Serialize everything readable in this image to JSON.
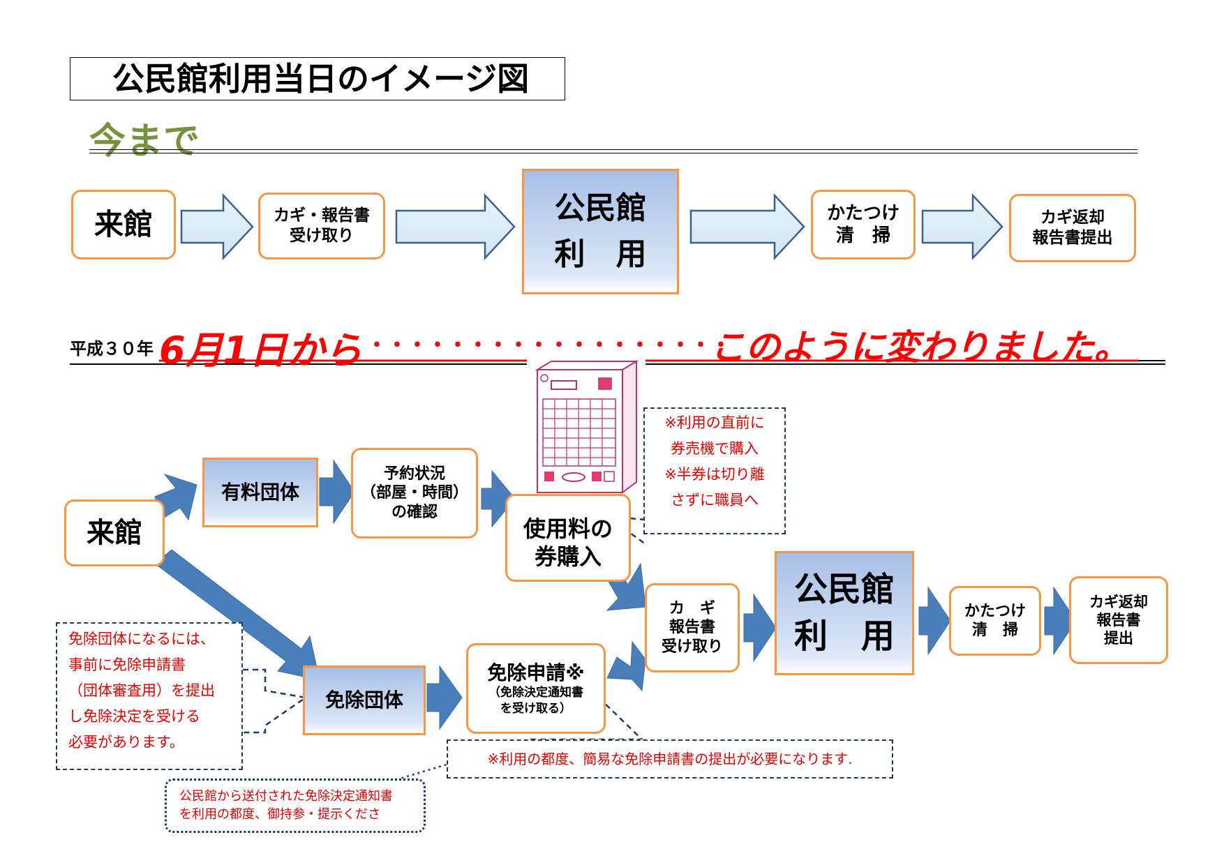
{
  "title": "公民館利用当日のイメージ図",
  "before": {
    "heading": "今まで",
    "steps": [
      "来館",
      "カギ・報告書\n受け取り",
      "公民館\n利　用",
      "かたつけ\n清　掃",
      "カギ返却\n報告書提出"
    ]
  },
  "change": {
    "prefix": "平成３０年",
    "date": "6月1日から",
    "dots": "・・・・・・・・・・・・・・・・・・",
    "suffix": "このように変わりました。"
  },
  "after": {
    "visit": "来館",
    "paid_group": "有料団体",
    "reservation_check": "予約状況\n（部屋・時間）\nの確認",
    "ticket_purchase": "使用料の\n券購入",
    "ticket_note": "※利用の直前に\n券売機で購入\n※半券は切り離\nさずに職員へ",
    "exempt_group": "免除団体",
    "exempt_application_title": "免除申請※",
    "exempt_application_sub": "（免除決定通知書\nを受け取る）",
    "exempt_note": "免除団体になるには、\n事前に免除申請書\n（団体審査用）を提出\nし免除決定を受ける\n必要があります。",
    "application_note": "※利用の都度、簡易な免除申請書の提出が必要になります.",
    "notice_note": "公民館から送付された免除決定通知書\nを利用の都度、御持参・提示くださ",
    "key_receive": "カ　ギ\n報告書\n受け取り",
    "use": "公民館\n利　用",
    "cleanup": "かたつけ\n清　掃",
    "key_return": "カギ返却\n報告書\n提出"
  },
  "colors": {
    "orange_border": "#f79646",
    "arrow_light": "#dbeef4",
    "arrow_dark": "#4a7ebb",
    "red": "#ff0000",
    "green": "#76923c",
    "navy": "#1f3864"
  }
}
